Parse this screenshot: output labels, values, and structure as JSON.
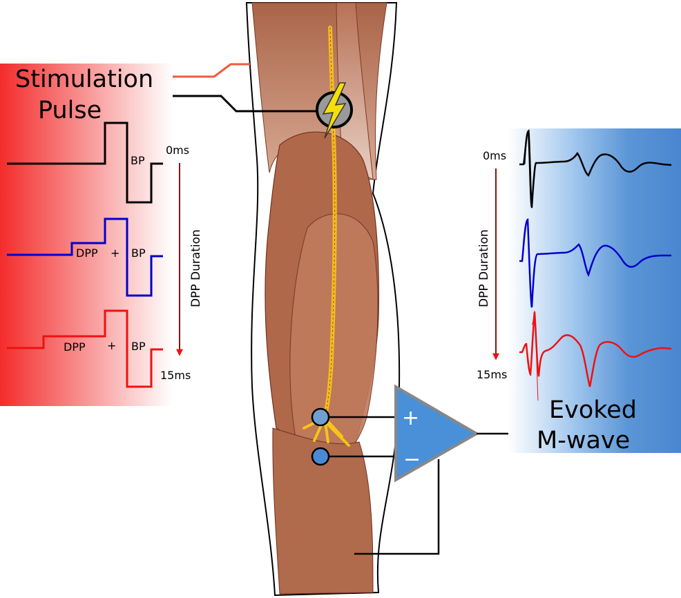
{
  "left_panel": {
    "title_line1": "Stimulation",
    "title_line2": "Pulse",
    "start_label": "0ms",
    "end_label": "15ms",
    "axis_label": "DPP Duration",
    "pulses": [
      {
        "name": "BP only",
        "color": "#000000",
        "bp_label": "BP",
        "dpp_label": "",
        "plus_label": ""
      },
      {
        "name": "short DPP",
        "color": "#0000cc",
        "bp_label": "BP",
        "dpp_label": "DPP",
        "plus_label": "+"
      },
      {
        "name": "long DPP",
        "color": "#ee1111",
        "bp_label": "BP",
        "dpp_label": "DPP",
        "plus_label": "+"
      }
    ]
  },
  "right_panel": {
    "title_line1": "Evoked",
    "title_line2": "M-wave",
    "start_label": "0ms",
    "end_label": "15ms",
    "axis_label": "DPP Duration",
    "traces": [
      {
        "color": "#000000"
      },
      {
        "color": "#0000cc"
      },
      {
        "color": "#ee1111"
      }
    ]
  },
  "amplifier": {
    "plus_label": "+",
    "minus_label": "−",
    "color": "#4a90d9"
  },
  "colors": {
    "stim_red": "#f03030",
    "emg_blue": "#4a8ad4",
    "leg_skin": "#b56d50",
    "nerve": "#f5c518",
    "arrow_red": "#ee1111"
  }
}
